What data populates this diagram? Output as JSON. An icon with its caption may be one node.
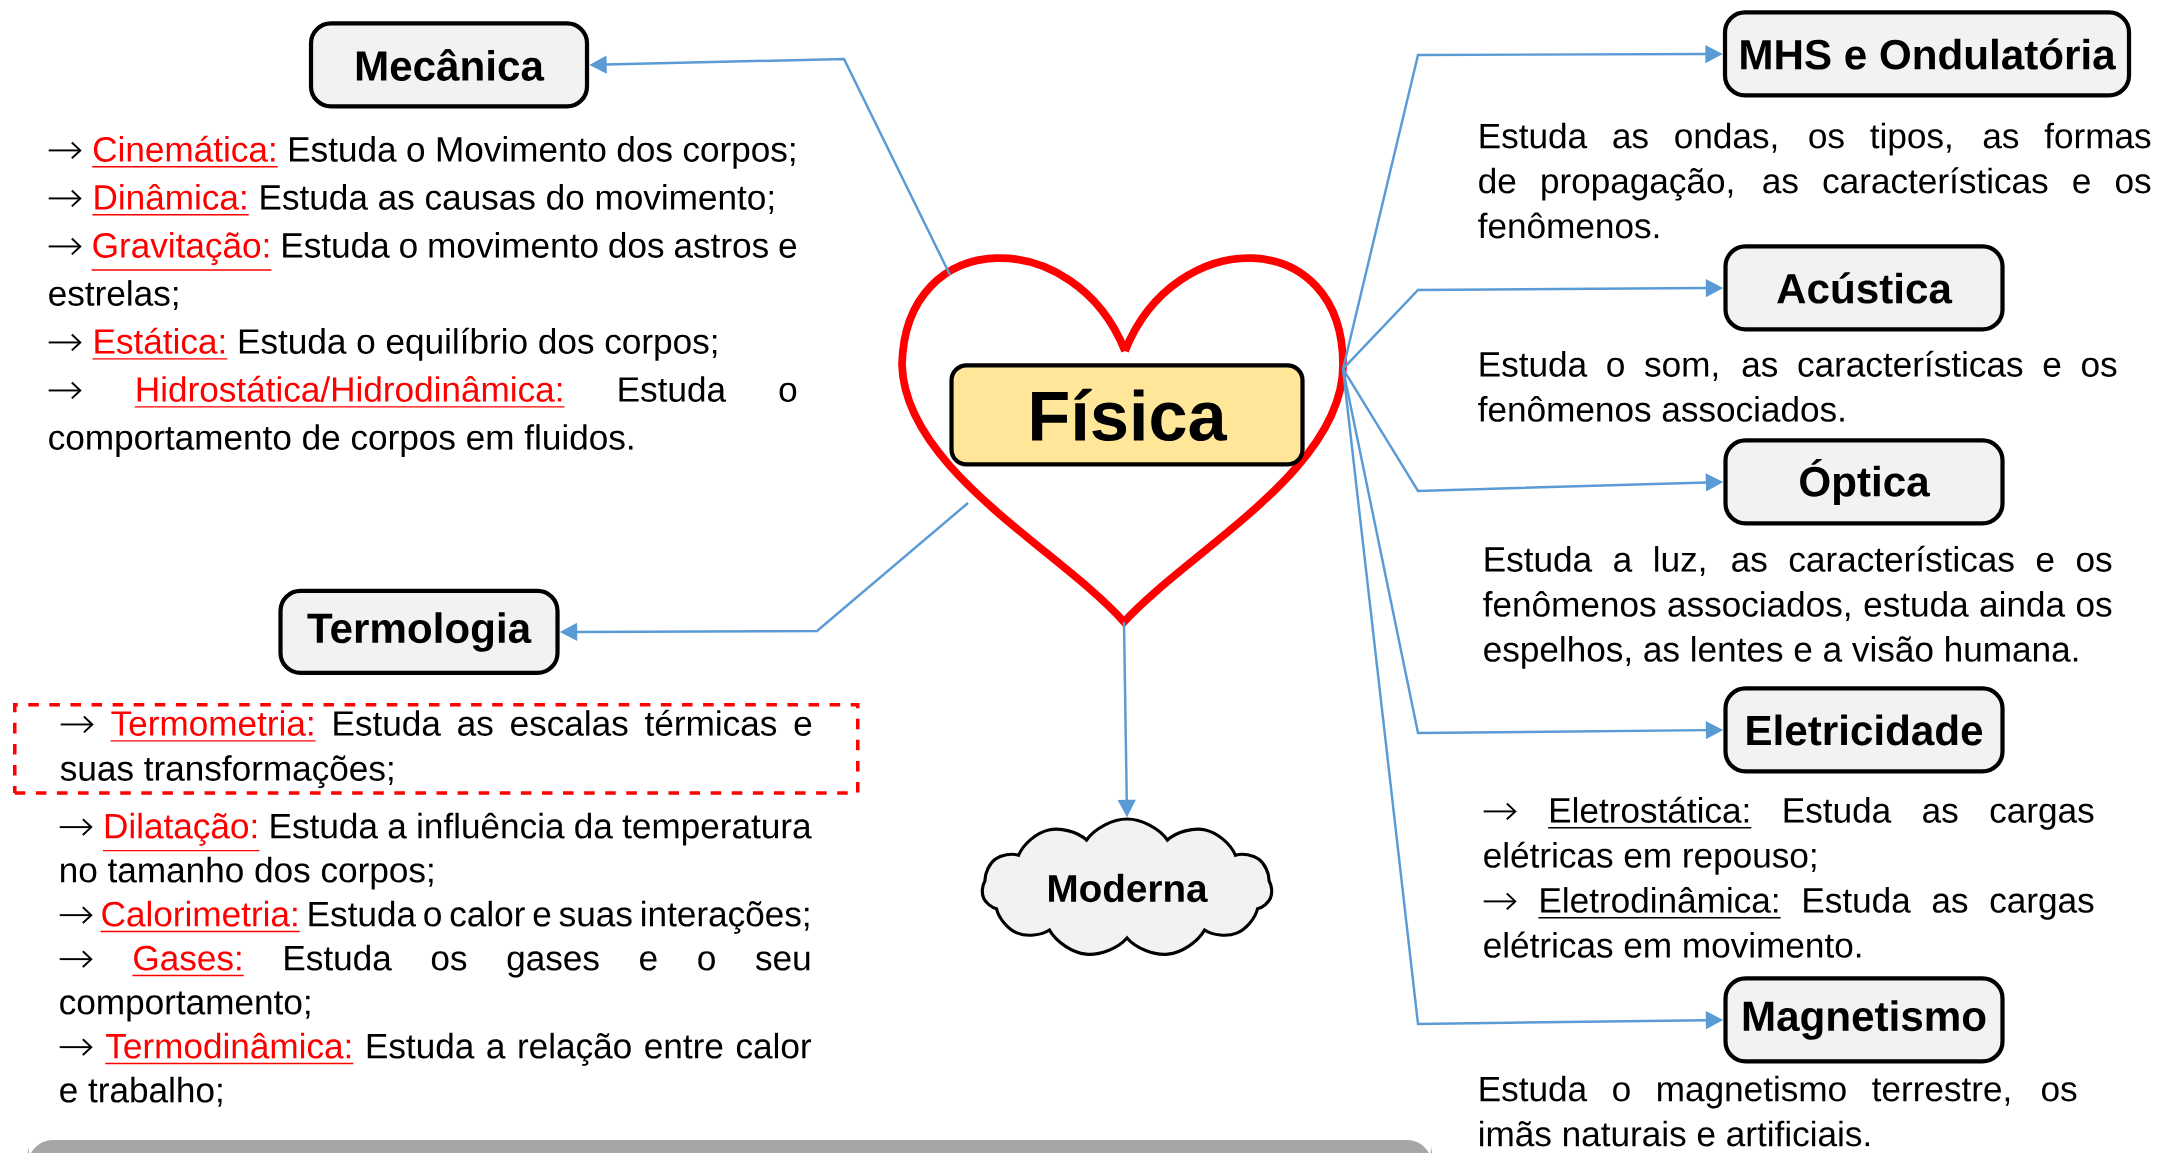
{
  "diagram": {
    "nodes": [
      {
        "text": [],
        "shape": "heart"
      },
      {
        "text": [
          "Física"
        ],
        "in": 0
      },
      {
        "text": [
          "Mecânica"
        ],
        "beside": [
          "Cinemática:",
          "Estuda o Movimento dos corpos;",
          "Dinâmica:",
          "Estuda as causas do movimento;",
          "Gravitação:",
          "Estuda o movimento dos astros e estrelas;",
          "Estática:",
          "Estuda o equilíbrio dos corpos;",
          "Hidrostática/Hidrodinâmica:",
          "Estuda o comportamento de corpos em fluidos."
        ]
      },
      {
        "text": [
          "Termologia"
        ],
        "beside": [
          "Dilatação:",
          "Estuda a influência da temperatura no tamanho dos corpos;",
          "Calorimetria:",
          "Estuda o calor e suas interações;",
          "Gases:",
          "Estuda os gases e o seu comportamento;",
          "Termodinâmica:",
          "Estuda a relação entre calor e trabalho;"
        ]
      },
      {
        "text": [
          "Moderna"
        ]
      },
      {
        "text": [
          "MHS e Ondulatória"
        ],
        "beside": [
          "Estuda as ondas, os tipos, as formas de propagação, as características e os fenômenos."
        ]
      },
      {
        "text": [
          "Acústica"
        ],
        "beside": [
          "Estuda o som, as características e os fenômenos associados."
        ]
      },
      {
        "text": [
          "Óptica"
        ],
        "beside": [
          "Estuda a luz, as características e os fenômenos associados, estuda ainda os espelhos, as lentes e a visão humana."
        ]
      },
      {
        "text": [
          "Eletricidade"
        ],
        "beside": [
          "Eletrostática:",
          "Estuda as cargas elétricas em repouso;",
          "Eletrodinâmica:",
          "Estuda as cargas elétricas em movimento."
        ]
      },
      {
        "text": [
          "Magnetismo"
        ],
        "beside": [
          "Estuda o magnetismo terrestre, os imãs naturais e artificiais."
        ]
      },
      {
        "text": [
          "Termometria:",
          "Estuda as escalas térmicas e suas transformações;"
        ]
      }
    ],
    "edges": [
      {
        "from": 0,
        "to": 2,
        "arrow": "to"
      },
      {
        "from": 0,
        "to": 3,
        "arrow": "to"
      },
      {
        "from": 0,
        "to": 4,
        "arrow": "to"
      },
      {
        "from": 0,
        "to": 5,
        "arrow": "to"
      },
      {
        "from": 0,
        "to": 6,
        "arrow": "to"
      },
      {
        "from": 0,
        "to": 7,
        "arrow": "to"
      },
      {
        "from": 0,
        "to": 8,
        "arrow": "to"
      },
      {
        "from": 0,
        "to": 9,
        "arrow": "to"
      }
    ]
  }
}
